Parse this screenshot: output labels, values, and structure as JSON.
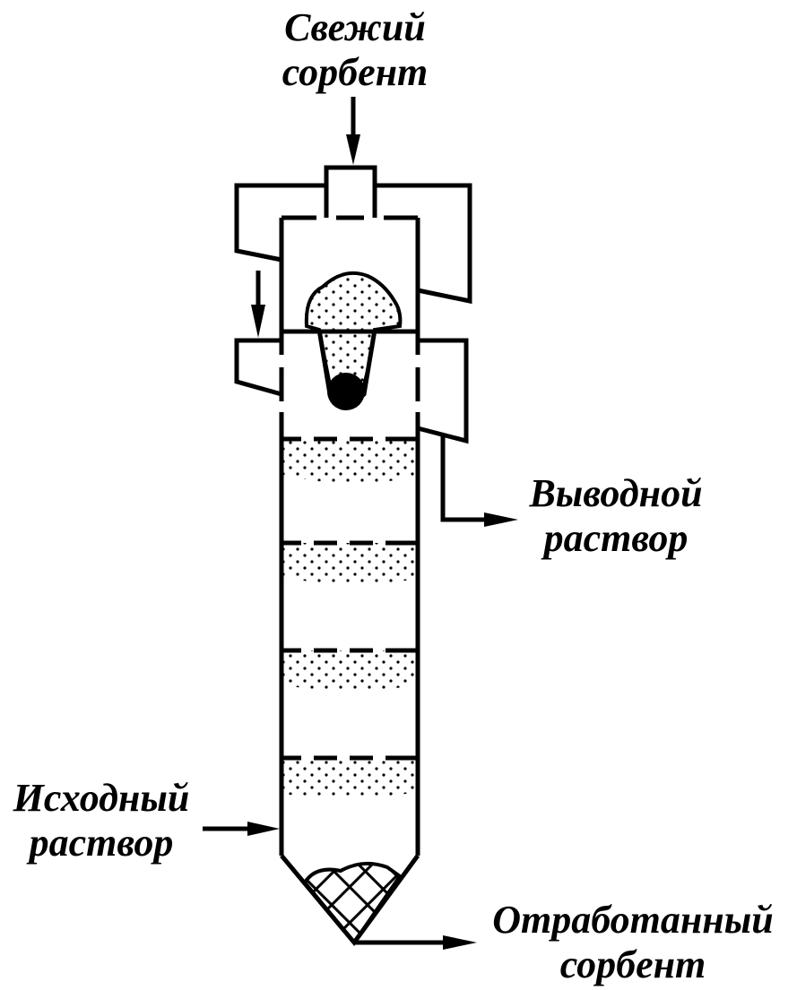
{
  "labels": {
    "fresh_sorbent": [
      "Свежий",
      "сорбент"
    ],
    "output_solution": [
      "Выводной",
      "раствор"
    ],
    "input_solution": [
      "Исходный",
      "раствор"
    ],
    "spent_sorbent": [
      "Отработанный",
      "сорбент"
    ]
  },
  "colors": {
    "stroke": "#000000",
    "background": "#ffffff"
  }
}
